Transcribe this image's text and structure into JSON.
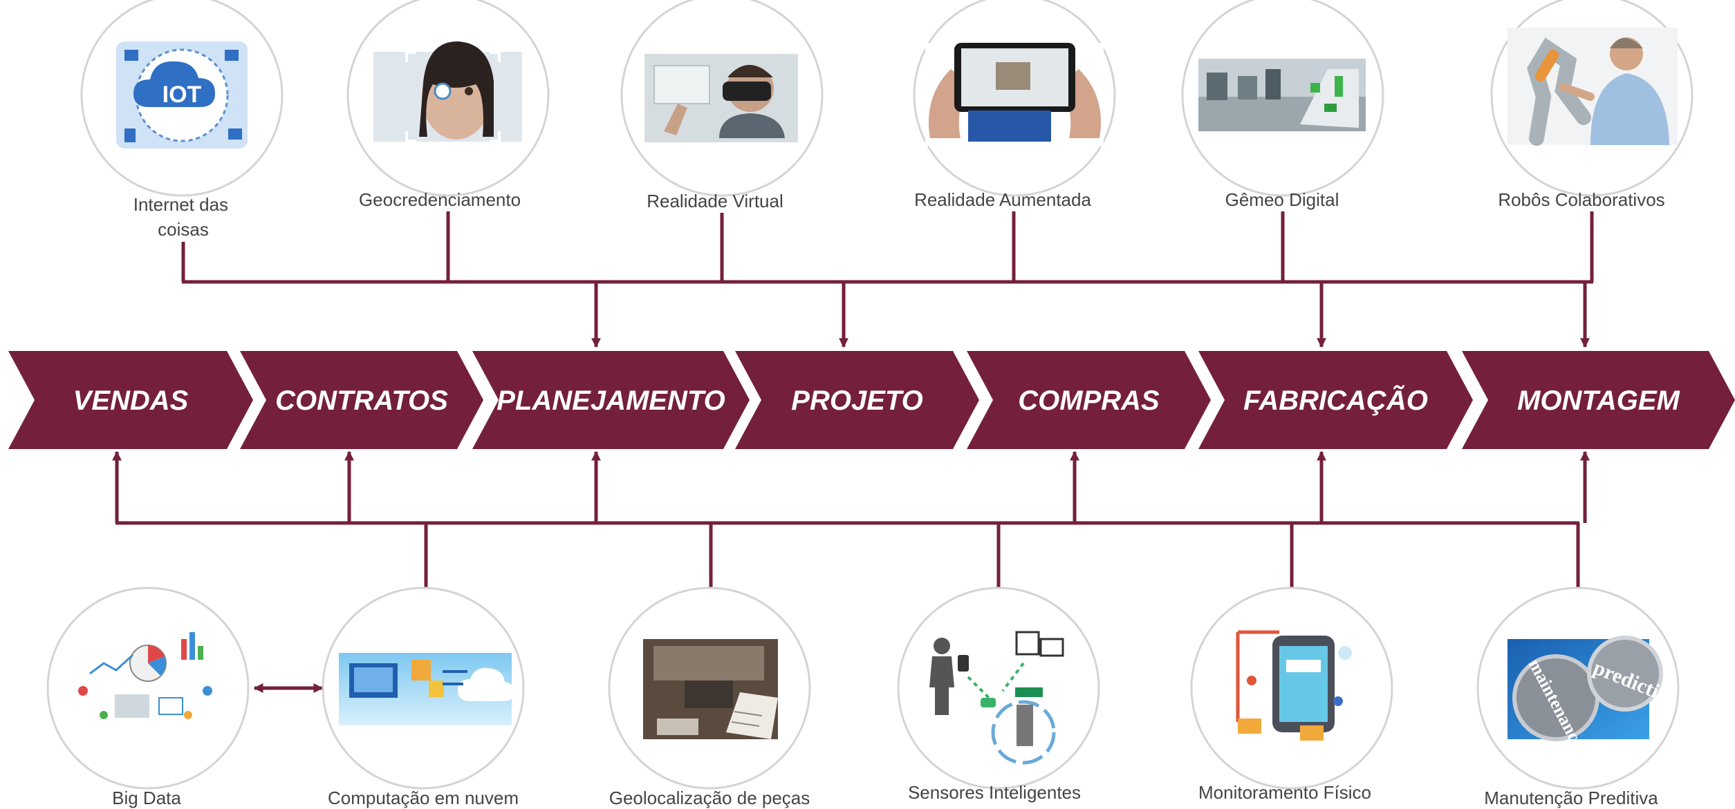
{
  "accent_color": "#74203b",
  "process_stages": [
    "VENDAS",
    "CONTRATOS",
    "PLANEJAMENTO",
    "PROJETO",
    "COMPRAS",
    "FABRICAÇÃO",
    "MONTAGEM"
  ],
  "top_technologies": [
    {
      "label_lines": [
        "Internet das",
        "coisas"
      ],
      "icon": "iot-cloud-icon"
    },
    {
      "label_lines": [
        "Geocredenciamento"
      ],
      "icon": "face-recognition-icon"
    },
    {
      "label_lines": [
        "Realidade Virtual"
      ],
      "icon": "vr-headset-icon"
    },
    {
      "label_lines": [
        "Realidade Aumentada"
      ],
      "icon": "ar-phone-icon"
    },
    {
      "label_lines": [
        "Gêmeo Digital"
      ],
      "icon": "digital-twin-icon"
    },
    {
      "label_lines": [
        "Robôs Colaborativos"
      ],
      "icon": "cobot-icon"
    }
  ],
  "bottom_technologies": [
    {
      "label_lines": [
        "Big Data"
      ],
      "icon": "big-data-icon"
    },
    {
      "label_lines": [
        "Computação em nuvem"
      ],
      "icon": "cloud-computing-icon"
    },
    {
      "label_lines": [
        "Geolocalização de peças"
      ],
      "icon": "parts-geolocation-icon"
    },
    {
      "label_lines": [
        "Sensores Inteligentes"
      ],
      "icon": "smart-sensor-icon"
    },
    {
      "label_lines": [
        "Monitoramento Físico"
      ],
      "icon": "physical-monitoring-icon"
    },
    {
      "label_lines": [
        "Manutenção Preditiva"
      ],
      "icon": "predictive-maintenance-icon"
    }
  ],
  "image_texts": {
    "iot_logo": "IOT",
    "predictive_gear_text": "predictive",
    "maintenance_gear_text": "maintenance"
  }
}
